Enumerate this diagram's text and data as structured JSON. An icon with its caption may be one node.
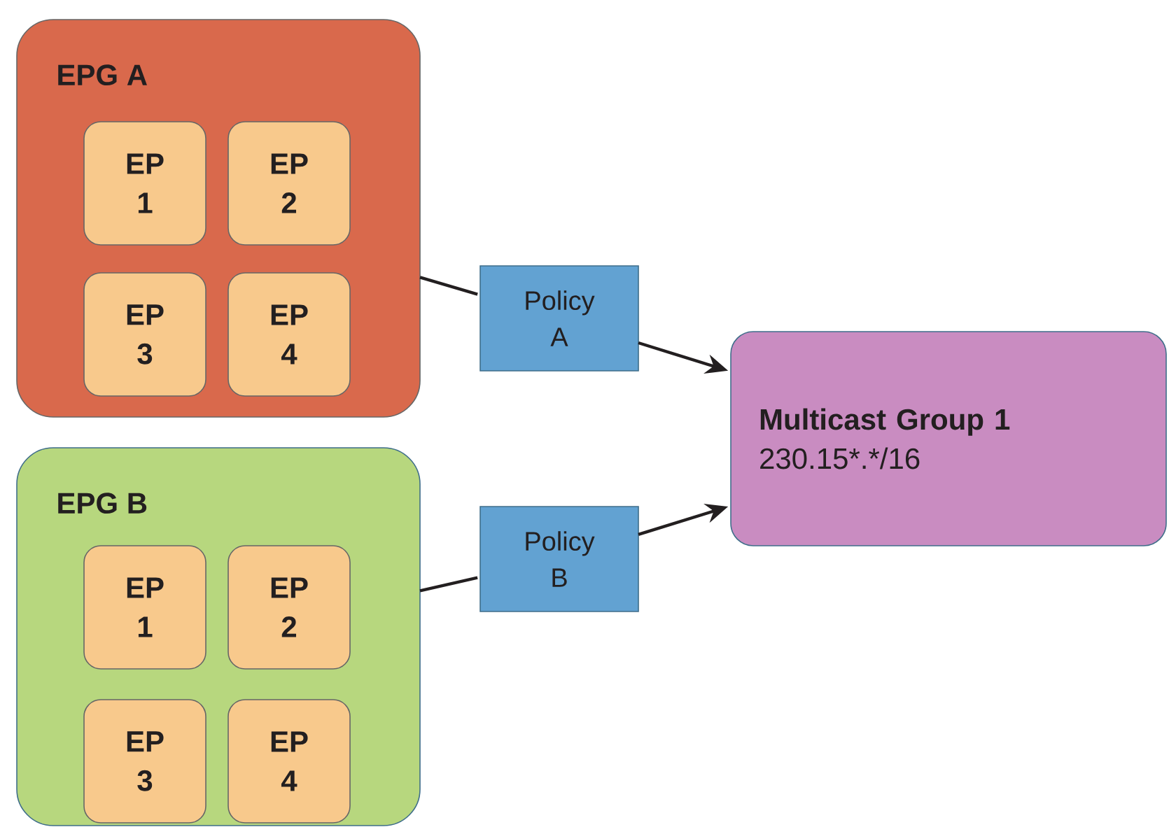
{
  "diagram": {
    "nodes": [
      {
        "text": [
          "EPG A"
        ]
      },
      {
        "text": [
          "EP 1"
        ],
        "in": 0
      },
      {
        "text": [
          "EP 2"
        ],
        "in": 0
      },
      {
        "text": [
          "EP 3"
        ],
        "in": 0
      },
      {
        "text": [
          "EP 4"
        ],
        "in": 0
      },
      {
        "text": [
          "EPG B"
        ]
      },
      {
        "text": [
          "EP 1"
        ],
        "in": 5
      },
      {
        "text": [
          "EP 2"
        ],
        "in": 5
      },
      {
        "text": [
          "EP 3"
        ],
        "in": 5
      },
      {
        "text": [
          "EP 4"
        ],
        "in": 5
      },
      {
        "text": [
          "Policy A"
        ]
      },
      {
        "text": [
          "Policy B"
        ]
      },
      {
        "text": [
          "Multicast Group 1",
          "230.15*.*/16"
        ]
      }
    ],
    "edges": [
      {
        "from": 0,
        "to": 10,
        "arrow": "none"
      },
      {
        "from": 10,
        "to": 12,
        "arrow": "to"
      },
      {
        "from": 5,
        "to": 11,
        "arrow": "none"
      },
      {
        "from": 11,
        "to": 12,
        "arrow": "to"
      }
    ]
  }
}
